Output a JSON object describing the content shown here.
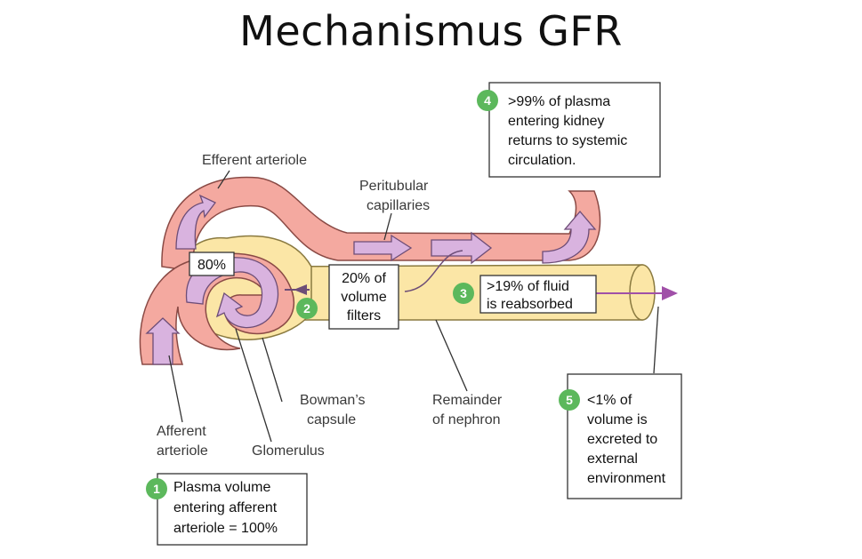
{
  "title": "Mechanismus GFR",
  "labels": {
    "efferent_arteriole": "Efferent arteriole",
    "peritubular_1": "Peritubular",
    "peritubular_2": "capillaries",
    "bowmans_1": "Bowman’s",
    "bowmans_2": "capsule",
    "glomerulus": "Glomerulus",
    "afferent_1": "Afferent",
    "afferent_2": "arteriole",
    "remainder_1": "Remainder",
    "remainder_2": "of nephron"
  },
  "boxes": {
    "eighty": "80%",
    "twenty": [
      "20% of",
      "volume",
      "filters"
    ]
  },
  "steps": [
    {
      "num": "1",
      "lines": [
        "Plasma volume",
        "entering afferent",
        "arteriole = 100%"
      ]
    },
    {
      "num": "2",
      "lines": []
    },
    {
      "num": "3",
      "lines": [
        ">19% of fluid",
        "is reabsorbed"
      ]
    },
    {
      "num": "4",
      "lines": [
        ">99% of plasma",
        "entering kidney",
        "returns to systemic",
        "circulation."
      ]
    },
    {
      "num": "5",
      "lines": [
        "<1% of",
        "volume is",
        "excreted to",
        "external",
        "environment"
      ]
    }
  ],
  "colors": {
    "vessel": "#f4a9a0",
    "vessel_stroke": "#8a4a45",
    "tubule": "#fbe6a6",
    "tubule_stroke": "#8a7a40",
    "arrow": "#d9b3df",
    "arrow_stroke": "#6d4d77",
    "step_circle": "#5cb85c",
    "filtrate_line": "#a050a8"
  }
}
